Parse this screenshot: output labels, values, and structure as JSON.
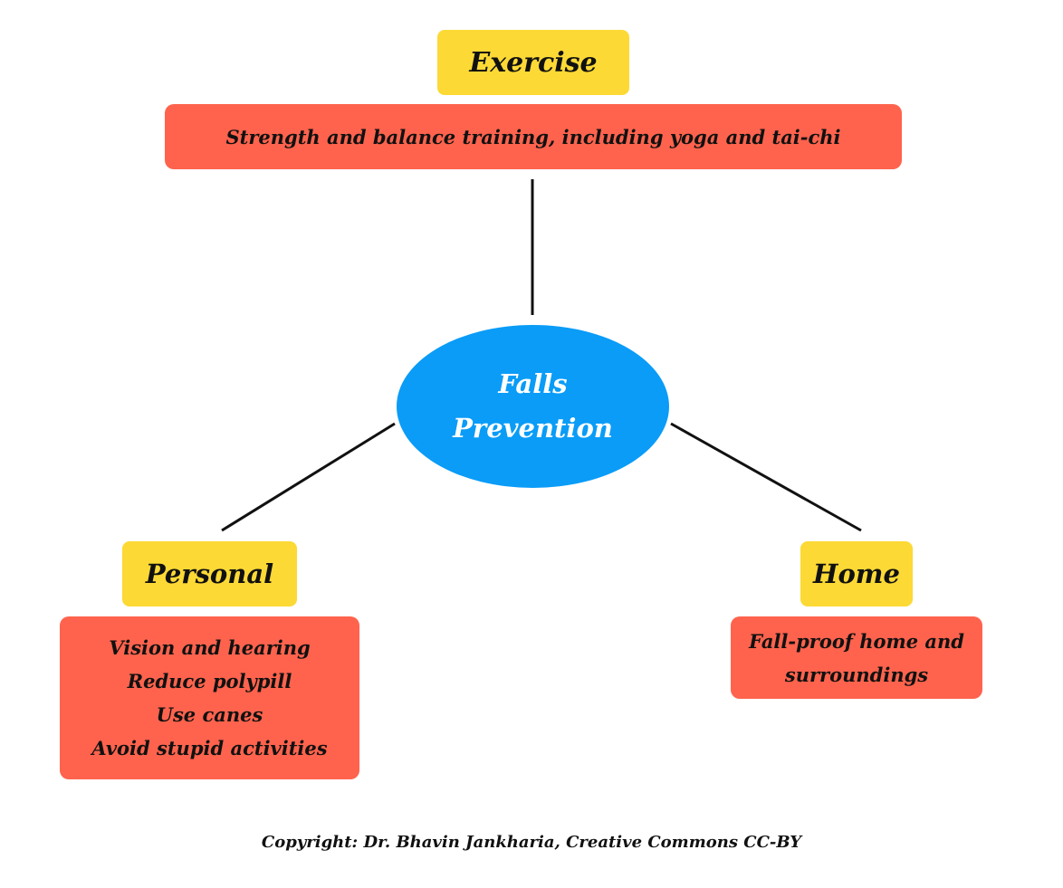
{
  "center": {
    "lines": [
      "Falls",
      "Prevention"
    ]
  },
  "branches": {
    "exercise": {
      "label": "Exercise",
      "details": [
        "Strength and balance training, including yoga and tai-chi"
      ]
    },
    "personal": {
      "label": "Personal",
      "details": [
        "Vision and hearing",
        "Reduce polypill",
        "Use canes",
        "Avoid stupid activities"
      ]
    },
    "home": {
      "label": "Home",
      "details": [
        "Fall-proof home and",
        "surroundings"
      ]
    }
  },
  "copyright": "Copyright: Dr. Bhavin Jankharia, Creative Commons CC-BY",
  "colors": {
    "label_bg": "#FCD935",
    "detail_bg": "#FF634D",
    "center_bg": "#0A9CF7",
    "connector": "#111111"
  }
}
